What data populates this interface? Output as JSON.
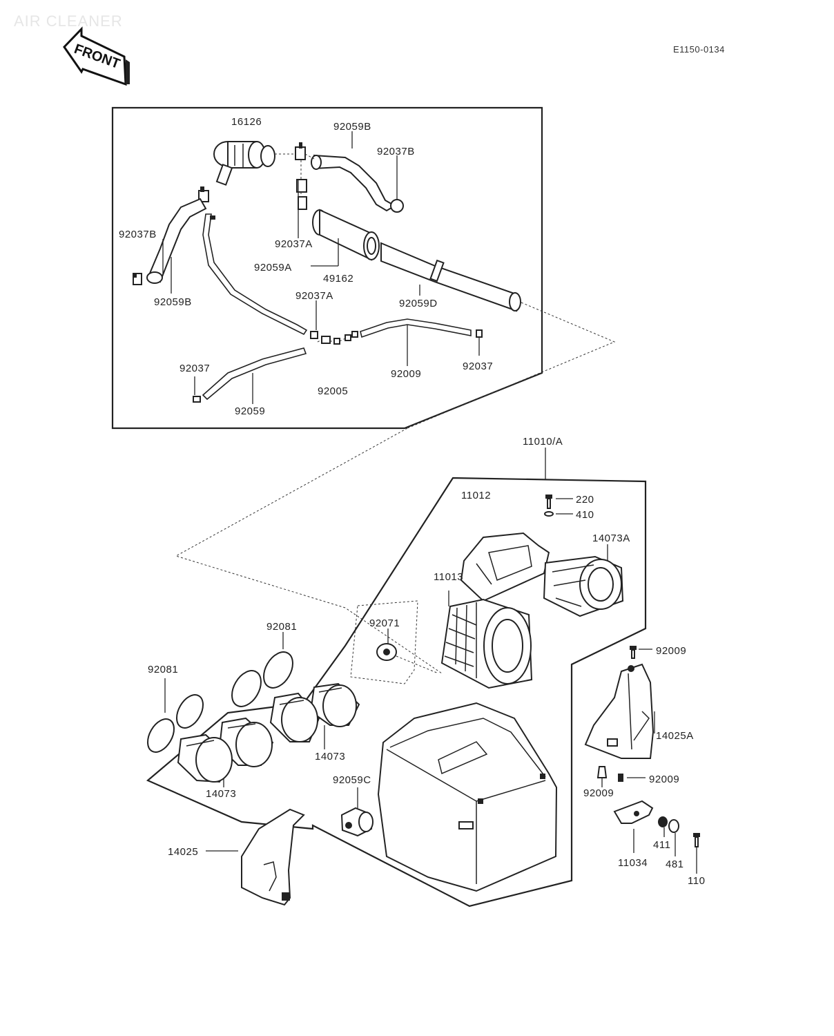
{
  "page_title": "AIR CLEANER",
  "drawing_code": "E1150-0134",
  "front_label": "FRONT",
  "parts": {
    "p16126": "16126",
    "p92059B_top": "92059B",
    "p92037B_top": "92037B",
    "p92037B_left": "92037B",
    "p92037A_top": "92037A",
    "p92059A": "92059A",
    "p49162": "49162",
    "p92059B_left": "92059B",
    "p92037A_mid": "92037A",
    "p92059D": "92059D",
    "p92037_left": "92037",
    "p92037_right": "92037",
    "p92009_hose": "92009",
    "p92005": "92005",
    "p92059": "92059",
    "p11010A": "11010/A",
    "p11012": "11012",
    "p220": "220",
    "p410": "410",
    "p14073A": "14073A",
    "p11013": "11013",
    "p92071": "92071",
    "p92081_top": "92081",
    "p92081_left": "92081",
    "p92009_right": "92009",
    "p14025A": "14025A",
    "p14073_right": "14073",
    "p14073_left": "14073",
    "p92059C": "92059C",
    "p92009_mid": "92009",
    "p92009_low": "92009",
    "p14025": "14025",
    "p11034": "11034",
    "p411": "411",
    "p481": "481",
    "p110": "110"
  }
}
